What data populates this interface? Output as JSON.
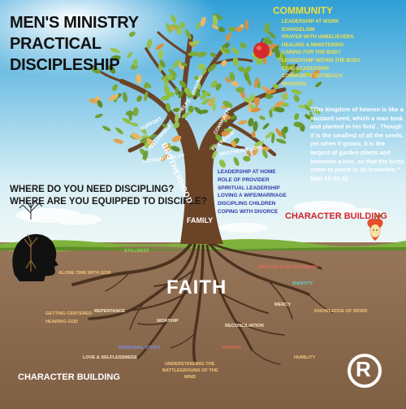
{
  "title": {
    "line1": "MEN'S MINISTRY",
    "line2": "PRACTICAL",
    "line3": "DISCIPLESHIP"
  },
  "question": {
    "line1": "WHERE DO YOU NEED DISCIPLING?",
    "line2": "WHERE ARE YOU EQUIPPED TO DISCIPLE?"
  },
  "community": {
    "heading": "COMMUNITY",
    "items": [
      "LEADERSHIP AT WORK",
      "EVANGELISM",
      "PRAYER WITH UNBELIEVERS",
      "HEALING & MINISTERING",
      "CARING FOR THE BODY",
      "LEADERSHIP WITHIN THE BODY",
      "CIVIC LEADERSHIP",
      "COMMUNITY OUTREACH",
      "MISSIONS"
    ]
  },
  "quote": "\"The kingdom of heaven is like a mustard seed, which a man took and planted in his field . Though it is the smallest of all the seeds, yet when it grows, it is the largest of garden plants and becomes a tree, so that the birds come to perch in its branches.\" Matt 13:31-32",
  "family": {
    "label": "FAMILY",
    "items": [
      "LEADERSHIP AT HOME",
      "ROLE OF PROVIDER",
      "SPIRITUAL LEADERSHIP",
      "LOVING A WIFE/MARRIAGE",
      "DISCIPLING CHILDREN",
      "COPING WITH DIVORCE"
    ]
  },
  "character_building_right": "CHARACTER BUILDING",
  "character_building_bottom": "CHARACTER BUILDING",
  "tree": {
    "trunk": "BROTHERHOOD",
    "branches": [
      "SUPPORT",
      "ACCOUNTABILITY",
      "FELLOWSHIP",
      "HELPS",
      "SERVING",
      "COMMUNITY",
      "FRIENDSHIP",
      "BROTHERLY LOVE"
    ]
  },
  "faith": "FAITH",
  "roots": {
    "alone": "ALONE TIME WITH GOD",
    "stillness": "STILLNESS",
    "centered1": "GETTING CENTERED",
    "centered2": "HEARING GOD",
    "repentance": "REPENTANCE",
    "worship": "WORSHIP",
    "personal_study": "PERSONAL STUDY",
    "love": "LOVE & SELFLESSNESS",
    "understanding1": "UNDERSTANDING THE",
    "understanding2": "BATTLEGROUND OF THE",
    "understanding3": "MIND",
    "prayer": "PRAYER",
    "reconciliation": "RECONCILIATION",
    "mercy": "MERCY",
    "humility": "HUMILITY",
    "knowledge": "KNOWLEDGE OF WORD",
    "baptism": "BAPTISM & RELATIONSHIP",
    "identity": "IDENTITY"
  },
  "logo_letter": "R",
  "colors": {
    "sky_top": "#2f9fd6",
    "sky_bottom": "#e8f4f5",
    "ground": "#8c6b4d",
    "grass": "#7fb23c",
    "trunk": "#6b4326",
    "leaf_green": "#7cab3b",
    "leaf_orange": "#e0a352",
    "community_yellow": "#f3dd3d",
    "family_blue": "#2e3aa8",
    "character_red": "#d4232b",
    "root_orange": "#f2c57a",
    "root_teal": "#5fd3c2",
    "root_green": "#8ed05c",
    "root_red": "#e36a5a",
    "root_purple": "#7f8de8",
    "root_cream": "#fbe9c7"
  }
}
